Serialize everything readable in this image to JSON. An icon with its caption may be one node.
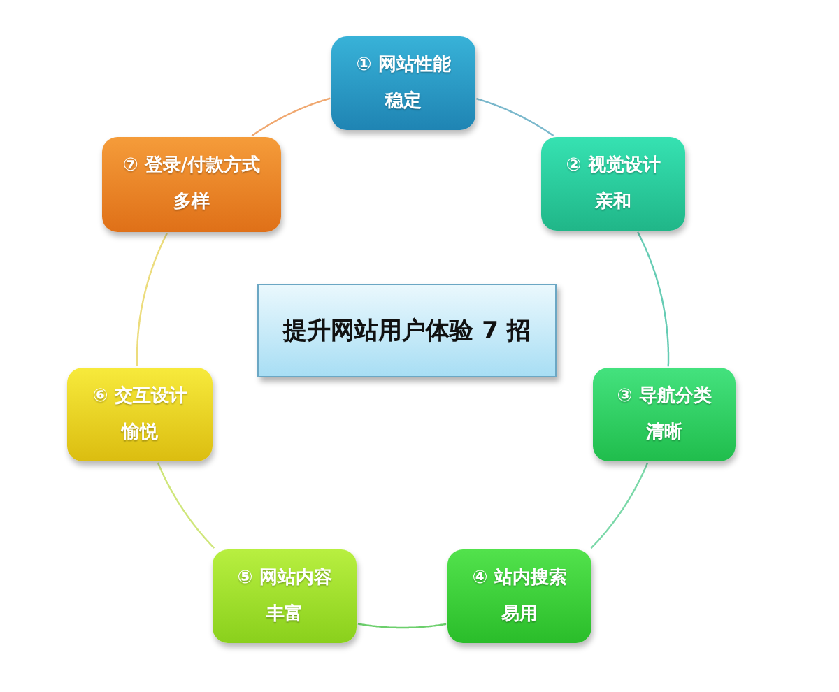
{
  "diagram": {
    "nodes": [
      {
        "text": [
          "提升网站用户体验 7 招"
        ]
      },
      {
        "text": [
          "① 网站性能",
          "稳定"
        ]
      },
      {
        "text": [
          "② 视觉设计",
          "亲和"
        ]
      },
      {
        "text": [
          "③ 导航分类",
          "清晰"
        ]
      },
      {
        "text": [
          "④ 站内搜索",
          "易用"
        ]
      },
      {
        "text": [
          "⑤ 网站内容",
          "丰富"
        ]
      },
      {
        "text": [
          "⑥ 交互设计",
          "愉悦"
        ]
      },
      {
        "text": [
          "⑦ 登录/付款方式",
          "多样"
        ]
      }
    ],
    "edges": [
      {
        "from": 1,
        "to": 2,
        "arrow": "none",
        "color": "#7ab8cc"
      },
      {
        "from": 2,
        "to": 3,
        "arrow": "none",
        "color": "#66ccb4"
      },
      {
        "from": 3,
        "to": 4,
        "arrow": "none",
        "color": "#7ad8a8"
      },
      {
        "from": 4,
        "to": 5,
        "arrow": "none",
        "color": "#6ccf6c"
      },
      {
        "from": 5,
        "to": 6,
        "arrow": "none",
        "color": "#cfe67a"
      },
      {
        "from": 6,
        "to": 7,
        "arrow": "none",
        "color": "#ecdc7c"
      },
      {
        "from": 7,
        "to": 1,
        "arrow": "none",
        "color": "#f0a870"
      }
    ]
  }
}
